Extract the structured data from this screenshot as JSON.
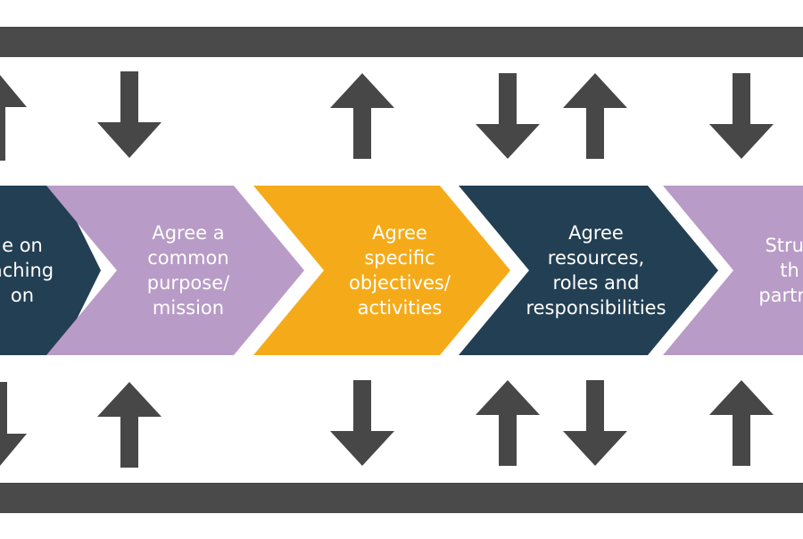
{
  "colors": {
    "bar": "#4a4a4a",
    "arrow": "#474747",
    "navy": "#233f53",
    "purple": "#b89bc6",
    "orange": "#f5ab19",
    "text": "#ffffff",
    "background": "#ffffff"
  },
  "steps": [
    {
      "label": "Agree on\noverarching\nvision",
      "display": "e on\naching\non",
      "color": "navy"
    },
    {
      "label": "Agree a\ncommon\npurpose/\nmission",
      "display": "Agree a\ncommon\npurpose/\nmission",
      "color": "purple"
    },
    {
      "label": "Agree\nspecific\nobjectives/\nactivities",
      "display": "Agree\nspecific\nobjectives/\nactivities",
      "color": "orange"
    },
    {
      "label": "Agree\nresources,\nroles and\nresponsibilities",
      "display": "Agree\nresources,\nroles and\nresponsibilities",
      "color": "navy"
    },
    {
      "label": "Structure\nthe\npartnership",
      "display": "Struc\nth\npartne",
      "color": "purple"
    }
  ],
  "arrows": {
    "top_row": [
      "up",
      "down",
      "up",
      "down",
      "up",
      "down"
    ],
    "bottom_row": [
      "down",
      "up",
      "down",
      "up",
      "down",
      "up"
    ]
  }
}
